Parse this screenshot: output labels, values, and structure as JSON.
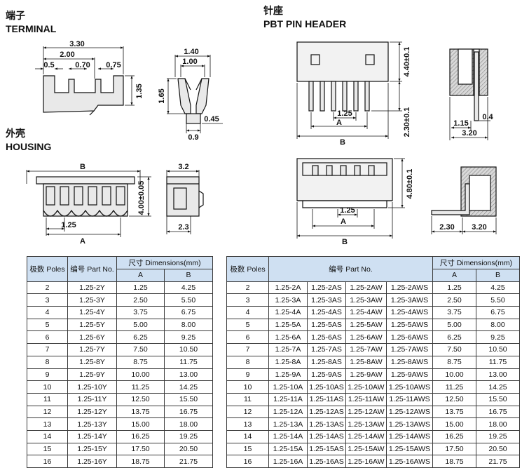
{
  "terminal": {
    "title_cn": "端子",
    "title_en": "TERMINAL",
    "dims": [
      "3.30",
      "2.00",
      "0.5",
      "0.70",
      "0.75",
      "1.35",
      "1.40",
      "1.00",
      "1.65",
      "0.45",
      "0.9"
    ]
  },
  "housing": {
    "title_cn": "外壳",
    "title_en": "HOUSING",
    "dims": [
      "B",
      "1.25",
      "A",
      "4.00±0.05",
      "3.2",
      "2.3"
    ]
  },
  "pin_header": {
    "title_cn": "针座",
    "title_en": "PBT PIN HEADER",
    "dims": [
      "4.40±0.1",
      "1.25",
      "A",
      "2.30±0.1",
      "B",
      "0.4",
      "1.15",
      "3.20",
      "4.80±0.1",
      "1.25",
      "A",
      "B",
      "2.30",
      "3.20"
    ]
  },
  "housing_table": {
    "headers": {
      "poles": "极数 Poles",
      "part": "编号 Part No.",
      "dims": "尺寸 Dimensions(mm)",
      "a": "A",
      "b": "B"
    },
    "rows": [
      [
        "2",
        "1.25-2Y",
        "1.25",
        "4.25"
      ],
      [
        "3",
        "1.25-3Y",
        "2.50",
        "5.50"
      ],
      [
        "4",
        "1.25-4Y",
        "3.75",
        "6.75"
      ],
      [
        "5",
        "1.25-5Y",
        "5.00",
        "8.00"
      ],
      [
        "6",
        "1.25-6Y",
        "6.25",
        "9.25"
      ],
      [
        "7",
        "1.25-7Y",
        "7.50",
        "10.50"
      ],
      [
        "8",
        "1.25-8Y",
        "8.75",
        "11.75"
      ],
      [
        "9",
        "1.25-9Y",
        "10.00",
        "13.00"
      ],
      [
        "10",
        "1.25-10Y",
        "11.25",
        "14.25"
      ],
      [
        "11",
        "1.25-11Y",
        "12.50",
        "15.50"
      ],
      [
        "12",
        "1.25-12Y",
        "13.75",
        "16.75"
      ],
      [
        "13",
        "1.25-13Y",
        "15.00",
        "18.00"
      ],
      [
        "14",
        "1.25-14Y",
        "16.25",
        "19.25"
      ],
      [
        "15",
        "1.25-15Y",
        "17.50",
        "20.50"
      ],
      [
        "16",
        "1.25-16Y",
        "18.75",
        "21.75"
      ]
    ]
  },
  "header_table": {
    "headers": {
      "poles": "极数 Poles",
      "part": "编号 Part No.",
      "dims": "尺寸 Dimensions(mm)",
      "a": "A",
      "b": "B"
    },
    "rows": [
      [
        "2",
        "1.25-2A",
        "1.25-2AS",
        "1.25-2AW",
        "1.25-2AWS",
        "1.25",
        "4.25"
      ],
      [
        "3",
        "1.25-3A",
        "1.25-3AS",
        "1.25-3AW",
        "1.25-3AWS",
        "2.50",
        "5.50"
      ],
      [
        "4",
        "1.25-4A",
        "1.25-4AS",
        "1.25-4AW",
        "1.25-4AWS",
        "3.75",
        "6.75"
      ],
      [
        "5",
        "1.25-5A",
        "1.25-5AS",
        "1.25-5AW",
        "1.25-5AWS",
        "5.00",
        "8.00"
      ],
      [
        "6",
        "1.25-6A",
        "1.25-6AS",
        "1.25-6AW",
        "1.25-6AWS",
        "6.25",
        "9.25"
      ],
      [
        "7",
        "1.25-7A",
        "1.25-7AS",
        "1.25-7AW",
        "1.25-7AWS",
        "7.50",
        "10.50"
      ],
      [
        "8",
        "1.25-8A",
        "1.25-8AS",
        "1.25-8AW",
        "1.25-8AWS",
        "8.75",
        "11.75"
      ],
      [
        "9",
        "1.25-9A",
        "1.25-9AS",
        "1.25-9AW",
        "1.25-9AWS",
        "10.00",
        "13.00"
      ],
      [
        "10",
        "1.25-10A",
        "1.25-10AS",
        "1.25-10AW",
        "1.25-10AWS",
        "11.25",
        "14.25"
      ],
      [
        "11",
        "1.25-11A",
        "1.25-11AS",
        "1.25-11AW",
        "1.25-11AWS",
        "12.50",
        "15.50"
      ],
      [
        "12",
        "1.25-12A",
        "1.25-12AS",
        "1.25-12AW",
        "1.25-12AWS",
        "13.75",
        "16.75"
      ],
      [
        "13",
        "1.25-13A",
        "1.25-13AS",
        "1.25-13AW",
        "1.25-13AWS",
        "15.00",
        "18.00"
      ],
      [
        "14",
        "1.25-14A",
        "1.25-14AS",
        "1.25-14AW",
        "1.25-14AWS",
        "16.25",
        "19.25"
      ],
      [
        "15",
        "1.25-15A",
        "1.25-15AS",
        "1.25-15AW",
        "1.25-15AWS",
        "17.50",
        "20.50"
      ],
      [
        "16",
        "1.25-16A",
        "1.25-16AS",
        "1.25-16AW",
        "1.25-16AWS",
        "18.75",
        "21.75"
      ]
    ]
  }
}
